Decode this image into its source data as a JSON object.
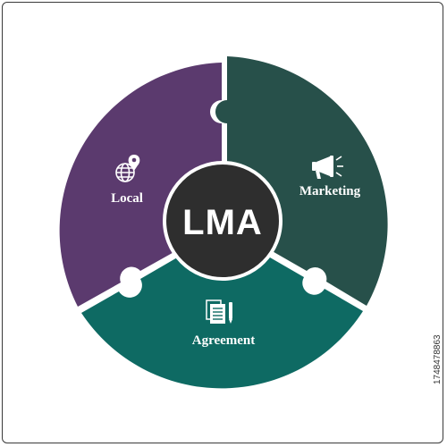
{
  "center": {
    "label": "LMA"
  },
  "segments": [
    {
      "label": "Local",
      "icon": "globe-pin-icon",
      "color": "#5b3a6e"
    },
    {
      "label": "Marketing",
      "icon": "megaphone-icon",
      "color": "#27504a"
    },
    {
      "label": "Agreement",
      "icon": "document-pen-icon",
      "color": "#0e6a63"
    }
  ],
  "center_color": "#2e2e2e",
  "stock": {
    "id": "1748478863"
  }
}
